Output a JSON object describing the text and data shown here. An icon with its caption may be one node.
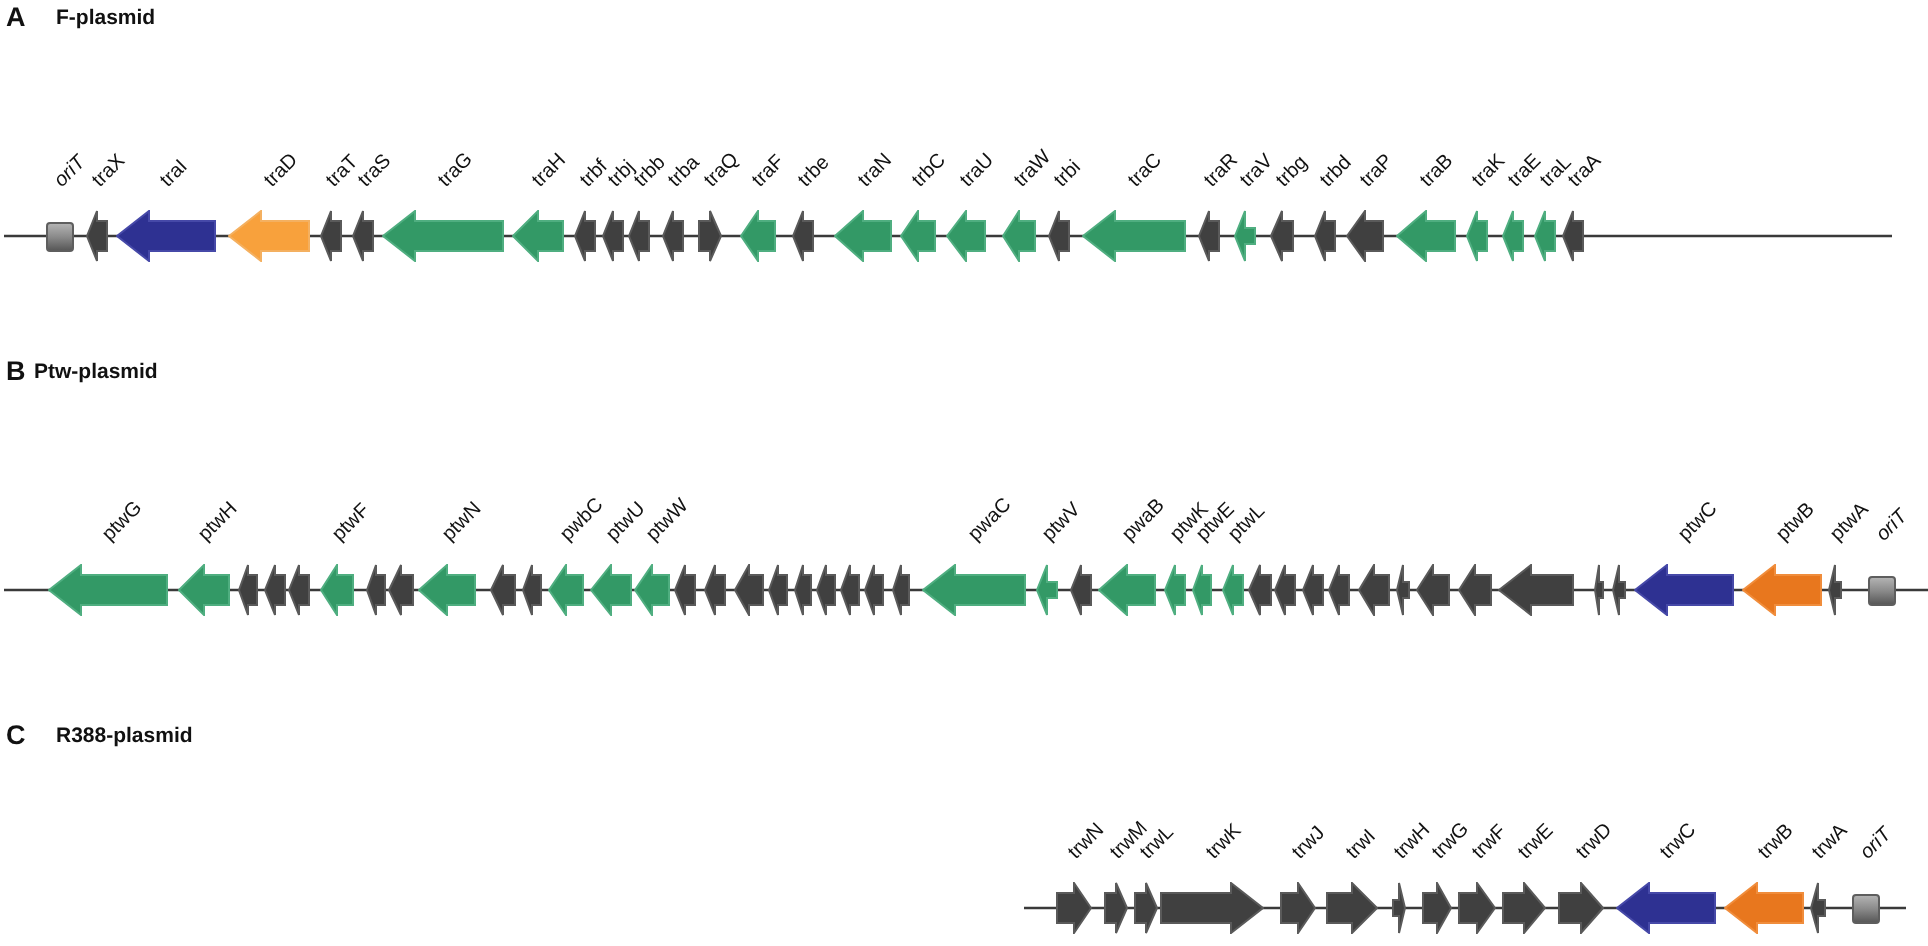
{
  "diagram": {
    "nodes": [
      {
        "text": [
          "oriT"
        ]
      },
      {
        "text": [
          "traX"
        ]
      },
      {
        "text": [
          "traI"
        ]
      },
      {
        "text": [
          "traD"
        ]
      },
      {
        "text": [
          "traT"
        ]
      },
      {
        "text": [
          "traS"
        ]
      },
      {
        "text": [
          "traG"
        ]
      },
      {
        "text": [
          "traH"
        ]
      },
      {
        "text": [
          "trbf"
        ]
      },
      {
        "text": [
          "trbj"
        ]
      },
      {
        "text": [
          "trbb"
        ]
      },
      {
        "text": [
          "trba"
        ]
      },
      {
        "text": [
          "traQ"
        ]
      },
      {
        "text": [
          "traF"
        ]
      },
      {
        "text": [
          "trbe"
        ]
      },
      {
        "text": [
          "traN"
        ]
      },
      {
        "text": [
          "trbC"
        ]
      },
      {
        "text": [
          "traU"
        ]
      },
      {
        "text": [
          "traW"
        ]
      },
      {
        "text": [
          "trbi"
        ]
      },
      {
        "text": [
          "traC"
        ]
      },
      {
        "text": [
          "traR"
        ]
      },
      {
        "text": [
          "traV"
        ]
      },
      {
        "text": [
          "trbg"
        ]
      },
      {
        "text": [
          "trbd"
        ]
      },
      {
        "text": [
          "traP"
        ]
      },
      {
        "text": [
          "traB"
        ]
      },
      {
        "text": [
          "traK"
        ]
      },
      {
        "text": [
          "traE"
        ]
      },
      {
        "text": [
          "traL"
        ]
      },
      {
        "text": [
          "traA"
        ]
      },
      {
        "text": [
          "ptwG"
        ]
      },
      {
        "text": [
          "ptwH"
        ]
      },
      {
        "text": [],
        "shape": "arrow"
      },
      {
        "text": [],
        "shape": "arrow"
      },
      {
        "text": [],
        "shape": "arrow"
      },
      {
        "text": [
          "ptwF"
        ]
      },
      {
        "text": [],
        "shape": "arrow"
      },
      {
        "text": [],
        "shape": "arrow"
      },
      {
        "text": [
          "ptwN"
        ]
      },
      {
        "text": [],
        "shape": "arrow"
      },
      {
        "text": [],
        "shape": "arrow"
      },
      {
        "text": [
          "pwbC"
        ]
      },
      {
        "text": [
          "ptwU"
        ]
      },
      {
        "text": [
          "ptwW"
        ]
      },
      {
        "text": [],
        "shape": "arrow"
      },
      {
        "text": [],
        "shape": "arrow"
      },
      {
        "text": [],
        "shape": "arrow"
      },
      {
        "text": [],
        "shape": "arrow"
      },
      {
        "text": [],
        "shape": "arrow"
      },
      {
        "text": [],
        "shape": "arrow"
      },
      {
        "text": [],
        "shape": "arrow"
      },
      {
        "text": [],
        "shape": "arrow"
      },
      {
        "text": [],
        "shape": "arrow"
      },
      {
        "text": [
          "pwaC"
        ]
      },
      {
        "text": [
          "ptwV"
        ]
      },
      {
        "text": [],
        "shape": "arrow"
      },
      {
        "text": [
          "pwaB"
        ]
      },
      {
        "text": [
          "ptwK"
        ]
      },
      {
        "text": [
          "ptwE"
        ]
      },
      {
        "text": [
          "ptwL"
        ]
      },
      {
        "text": [],
        "shape": "arrow"
      },
      {
        "text": [],
        "shape": "arrow"
      },
      {
        "text": [],
        "shape": "arrow"
      },
      {
        "text": [],
        "shape": "arrow"
      },
      {
        "text": [],
        "shape": "arrow"
      },
      {
        "text": [],
        "shape": "arrow"
      },
      {
        "text": [],
        "shape": "arrow"
      },
      {
        "text": [],
        "shape": "arrow"
      },
      {
        "text": [],
        "shape": "arrow"
      },
      {
        "text": [],
        "shape": "arrow"
      },
      {
        "text": [],
        "shape": "arrow"
      },
      {
        "text": [
          "ptwC"
        ]
      },
      {
        "text": [
          "ptwB"
        ]
      },
      {
        "text": [
          "ptwA"
        ]
      },
      {
        "text": [
          "oriT"
        ]
      },
      {
        "text": [
          "trwN"
        ]
      },
      {
        "text": [
          "trwM"
        ]
      },
      {
        "text": [
          "trwL"
        ]
      },
      {
        "text": [
          "trwK"
        ]
      },
      {
        "text": [
          "trwJ"
        ]
      },
      {
        "text": [
          "trwI"
        ]
      },
      {
        "text": [
          "trwH"
        ]
      },
      {
        "text": [
          "trwG"
        ]
      },
      {
        "text": [
          "trwF"
        ]
      },
      {
        "text": [
          "trwE"
        ]
      },
      {
        "text": [
          "trwD"
        ]
      },
      {
        "text": [
          "trwC"
        ]
      },
      {
        "text": [
          "trwB"
        ]
      },
      {
        "text": [
          "trwA"
        ]
      },
      {
        "text": [
          "oriT"
        ]
      }
    ],
    "labels": [
      "A",
      "F-plasmid",
      "B",
      "Ptw-plasmid",
      "C",
      "R388-plasmid"
    ]
  }
}
